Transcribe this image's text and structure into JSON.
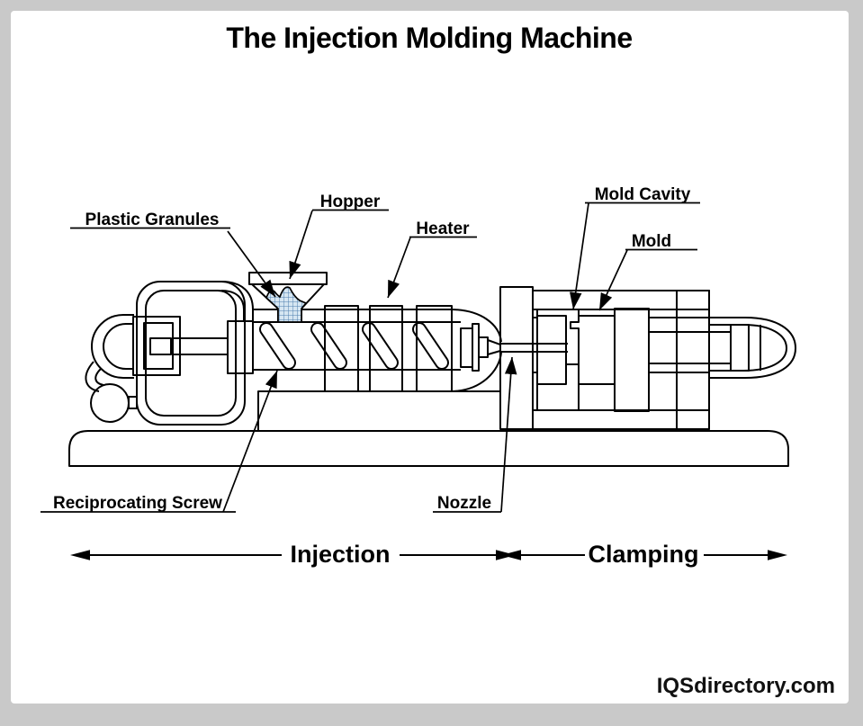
{
  "page": {
    "title": "The Injection Molding Machine",
    "watermark": "IQSdirectory.com",
    "colors": {
      "frame": "#c9c9c9",
      "paper": "#ffffff",
      "ink": "#000000",
      "granule_fill": "#d6e6f2",
      "granule_hatch": "#4d7fae"
    }
  },
  "diagram": {
    "type": "labeled-schematic",
    "subject": "injection molding machine cross-section",
    "labels": {
      "plastic_granules": "Plastic Granules",
      "hopper": "Hopper",
      "heater": "Heater",
      "mold_cavity": "Mold Cavity",
      "mold": "Mold",
      "reciprocating_screw": "Reciprocating Screw",
      "nozzle": "Nozzle"
    },
    "sections": {
      "injection": "Injection",
      "clamping": "Clamping"
    }
  }
}
